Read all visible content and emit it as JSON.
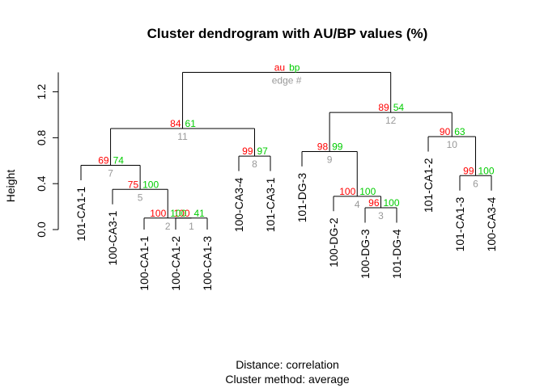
{
  "chart_data": {
    "type": "dendrogram",
    "title": "Cluster dendrogram with AU/BP values (%)",
    "ylabel": "Height",
    "xlabel_lines": [
      "Distance:  correlation",
      "Cluster method: average"
    ],
    "ylim": [
      0,
      1.4
    ],
    "y_ticks": [
      "0.0",
      "0.4",
      "0.8",
      "1.2"
    ],
    "legend": {
      "au": "au",
      "bp": "bp",
      "edge": "edge #"
    },
    "colors": {
      "au": "#ff0000",
      "bp": "#00cc00",
      "edge": "#999999",
      "lines": "#000000"
    },
    "leaves": [
      "101-CA1-1",
      "100-CA3-1",
      "100-CA1-1",
      "100-CA1-2",
      "100-CA1-3",
      "100-CA3-4",
      "101-CA3-1",
      "101-DG-3",
      "100-DG-2",
      "100-DG-3",
      "101-DG-4",
      "101-CA1-2",
      "101-CA1-3",
      "100-CA3-4"
    ],
    "merges": [
      {
        "id": 1,
        "left": 4,
        "right": 5,
        "height": 0.1,
        "au": 100,
        "bp": 41,
        "edge": 1
      },
      {
        "id": 2,
        "left": 3,
        "right": "m1",
        "height": 0.1,
        "au": 100,
        "bp": 100,
        "edge": 2
      },
      {
        "id": 3,
        "left": 10,
        "right": 11,
        "height": 0.19,
        "au": 96,
        "bp": 100,
        "edge": 3
      },
      {
        "id": 4,
        "left": 9,
        "right": "m3",
        "height": 0.29,
        "au": 100,
        "bp": 100,
        "edge": 4
      },
      {
        "id": 5,
        "left": 2,
        "right": "m2",
        "height": 0.35,
        "au": 75,
        "bp": 100,
        "edge": 5
      },
      {
        "id": 6,
        "left": 13,
        "right": 14,
        "height": 0.47,
        "au": 99,
        "bp": 100,
        "edge": 6
      },
      {
        "id": 7,
        "left": 1,
        "right": "m5",
        "height": 0.56,
        "au": 69,
        "bp": 74,
        "edge": 7
      },
      {
        "id": 8,
        "left": 6,
        "right": 7,
        "height": 0.64,
        "au": 99,
        "bp": 97,
        "edge": 8
      },
      {
        "id": 9,
        "left": 8,
        "right": "m4",
        "height": 0.68,
        "au": 98,
        "bp": 99,
        "edge": 9
      },
      {
        "id": 10,
        "left": 12,
        "right": "m6",
        "height": 0.81,
        "au": 90,
        "bp": 63,
        "edge": 10
      },
      {
        "id": 11,
        "left": "m7",
        "right": "m8",
        "height": 0.88,
        "au": 84,
        "bp": 61,
        "edge": 11
      },
      {
        "id": 12,
        "left": "m9",
        "right": "m10",
        "height": 1.02,
        "au": 89,
        "bp": 54,
        "edge": 12
      },
      {
        "id": 13,
        "left": "m11",
        "right": "m12",
        "height": 1.37,
        "au": "au",
        "bp": "bp",
        "edge": "edge #"
      }
    ]
  }
}
